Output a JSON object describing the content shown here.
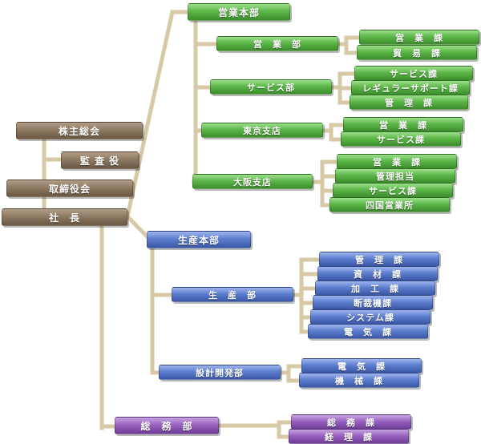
{
  "colors": {
    "connector": "#d8c9a6",
    "management": "#8e7a62",
    "sales": "#5cb748",
    "production": "#5d7fcf",
    "general_affairs": "#9a62c0"
  },
  "management": {
    "shareholders_meeting": "株主総会",
    "auditor": "監 査 役",
    "board_of_directors": "取締役会",
    "president": "社　長"
  },
  "sales_hq": {
    "name": "営業本部",
    "departments": [
      {
        "name": "営　業　部",
        "sections": [
          "営　業　課",
          "貿　易　課"
        ]
      },
      {
        "name": "サービス部",
        "sections": [
          "サービス課",
          "レギュラーサポート課",
          "管　理　課"
        ]
      },
      {
        "name": "東京支店",
        "sections": [
          "営　業　課",
          "サービス課"
        ]
      },
      {
        "name": "大阪支店",
        "sections": [
          "営　業　課",
          "管理担当",
          "サービス課",
          "四国営業所"
        ]
      }
    ]
  },
  "production_hq": {
    "name": "生産本部",
    "departments": [
      {
        "name": "生　産　部",
        "sections": [
          "管　理　課",
          "資　材　課",
          "加　工　課",
          "断裁機課",
          "システム課",
          "電　気　課"
        ]
      },
      {
        "name": "設計開発部",
        "sections": [
          "電　気　課",
          "機　械　課"
        ]
      }
    ]
  },
  "general_affairs": {
    "name": "総　務　部",
    "sections": [
      "総　務　課",
      "経　理　課"
    ]
  }
}
